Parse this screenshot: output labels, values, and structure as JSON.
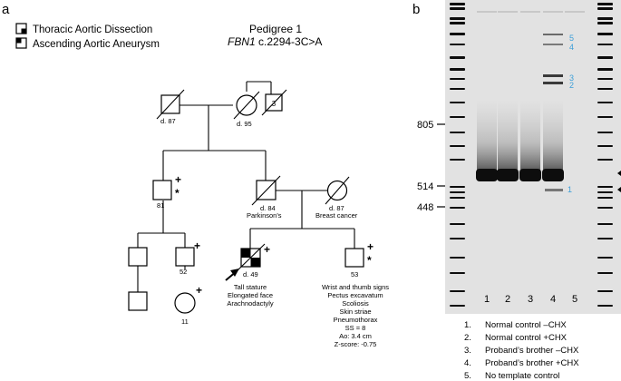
{
  "panel_a": {
    "label": "a",
    "legend": [
      {
        "text": "Thoracic Aortic Dissection"
      },
      {
        "text": "Ascending Aortic Aneurysm"
      }
    ],
    "title": "Pedigree 1",
    "gene": "FBN1",
    "variant": " c.2294-3C>A",
    "annotations": {
      "gp_father": "d. 87",
      "gp_mother": "d. 95",
      "gp_sibs_count": "3",
      "uncle_age": "81",
      "plus": "+",
      "star": "*",
      "father_death": "d. 84",
      "father_dx": "Parkinson's",
      "mother_death": "d. 87",
      "mother_dx": "Breast cancer",
      "cousin_age": "52",
      "cousin_child_age": "11",
      "proband_death": "d. 49",
      "brother_age": "53"
    },
    "proband_features": [
      "Tall stature",
      "Elongated face",
      "Arachnodactyly"
    ],
    "brother_features": [
      "Wrist and thumb signs",
      "Pectus excavatum",
      "Scoliosis",
      "Skin striae",
      "Pneumothorax",
      "SS = 8",
      "Ao: 3.4 cm",
      "Z-score: -0.75"
    ]
  },
  "panel_b": {
    "label": "b",
    "size_markers": [
      "805",
      "514",
      "448"
    ],
    "lane_numbers": [
      "1",
      "2",
      "3",
      "4",
      "5"
    ],
    "band_labels": [
      "5",
      "4",
      "3",
      "2",
      "1"
    ],
    "lane_key": [
      {
        "num": "1.",
        "text": "Normal control –CHX"
      },
      {
        "num": "2.",
        "text": "Normal control +CHX"
      },
      {
        "num": "3.",
        "text": "Proband’s brother –CHX"
      },
      {
        "num": "4.",
        "text": "Proband’s brother +CHX"
      },
      {
        "num": "5.",
        "text": "No template control"
      }
    ],
    "colors": {
      "gel_background": "#e2e2e2",
      "band": "#0d0d0d",
      "band_label": "#3d9fd8"
    }
  }
}
